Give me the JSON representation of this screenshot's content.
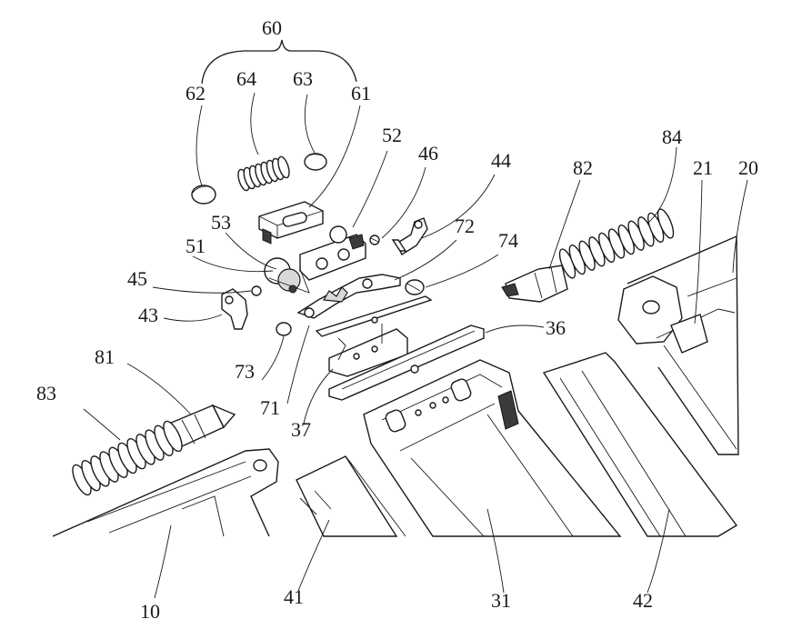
{
  "figure": {
    "reference_labels": [
      {
        "id": "60",
        "text": "60"
      },
      {
        "id": "62",
        "text": "62"
      },
      {
        "id": "64",
        "text": "64"
      },
      {
        "id": "63",
        "text": "63"
      },
      {
        "id": "61",
        "text": "61"
      },
      {
        "id": "52",
        "text": "52"
      },
      {
        "id": "46",
        "text": "46"
      },
      {
        "id": "44",
        "text": "44"
      },
      {
        "id": "82",
        "text": "82"
      },
      {
        "id": "84",
        "text": "84"
      },
      {
        "id": "21",
        "text": "21"
      },
      {
        "id": "20",
        "text": "20"
      },
      {
        "id": "53",
        "text": "53"
      },
      {
        "id": "72",
        "text": "72"
      },
      {
        "id": "74",
        "text": "74"
      },
      {
        "id": "51",
        "text": "51"
      },
      {
        "id": "45",
        "text": "45"
      },
      {
        "id": "43",
        "text": "43"
      },
      {
        "id": "36",
        "text": "36"
      },
      {
        "id": "81",
        "text": "81"
      },
      {
        "id": "73",
        "text": "73"
      },
      {
        "id": "83",
        "text": "83"
      },
      {
        "id": "71",
        "text": "71"
      },
      {
        "id": "37",
        "text": "37"
      },
      {
        "id": "10",
        "text": "10"
      },
      {
        "id": "41",
        "text": "41"
      },
      {
        "id": "31",
        "text": "31"
      },
      {
        "id": "42",
        "text": "42"
      }
    ],
    "colors": {
      "ink": "#1a1a1a",
      "paper": "#ffffff",
      "shade": "#d9d9d9"
    }
  }
}
